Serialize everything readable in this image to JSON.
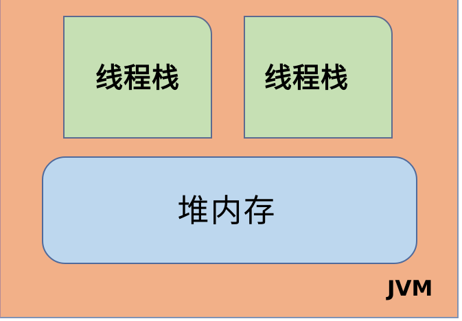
{
  "diagram": {
    "title": "JVM",
    "container": {
      "label": "JVM",
      "fill_color": "#F2B088",
      "border_color": "#7F93B5"
    },
    "thread_stacks": [
      {
        "label": "线程栈",
        "fill_color": "#C6E0B4",
        "border_color": "#5C6A90"
      },
      {
        "label": "线程栈",
        "fill_color": "#C6E0B4",
        "border_color": "#5C6A90"
      }
    ],
    "heap": {
      "label": "堆内存",
      "fill_color": "#BDD7EE",
      "border_color": "#4F6A9C"
    }
  }
}
